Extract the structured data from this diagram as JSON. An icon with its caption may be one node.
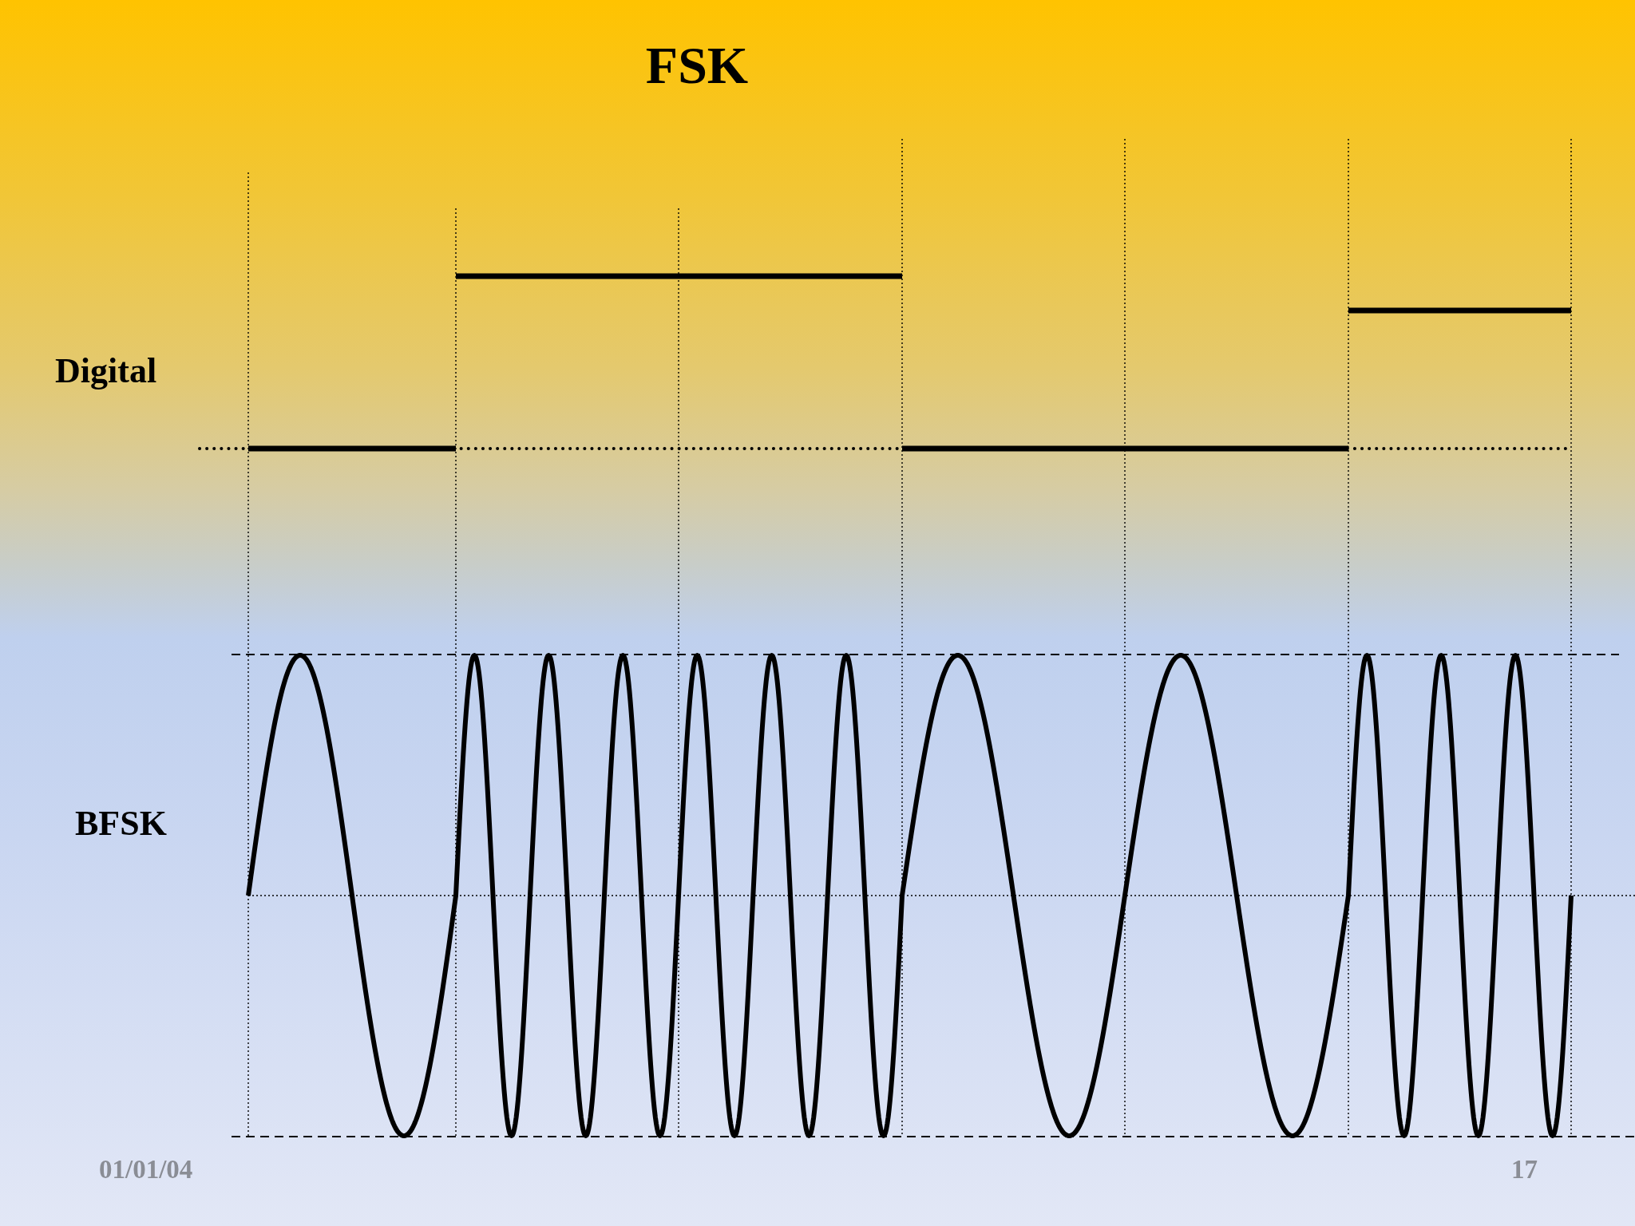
{
  "diagram": {
    "title": "FSK",
    "labels": [
      "Digital",
      "BFSK",
      "01/01/04",
      "17"
    ]
  }
}
